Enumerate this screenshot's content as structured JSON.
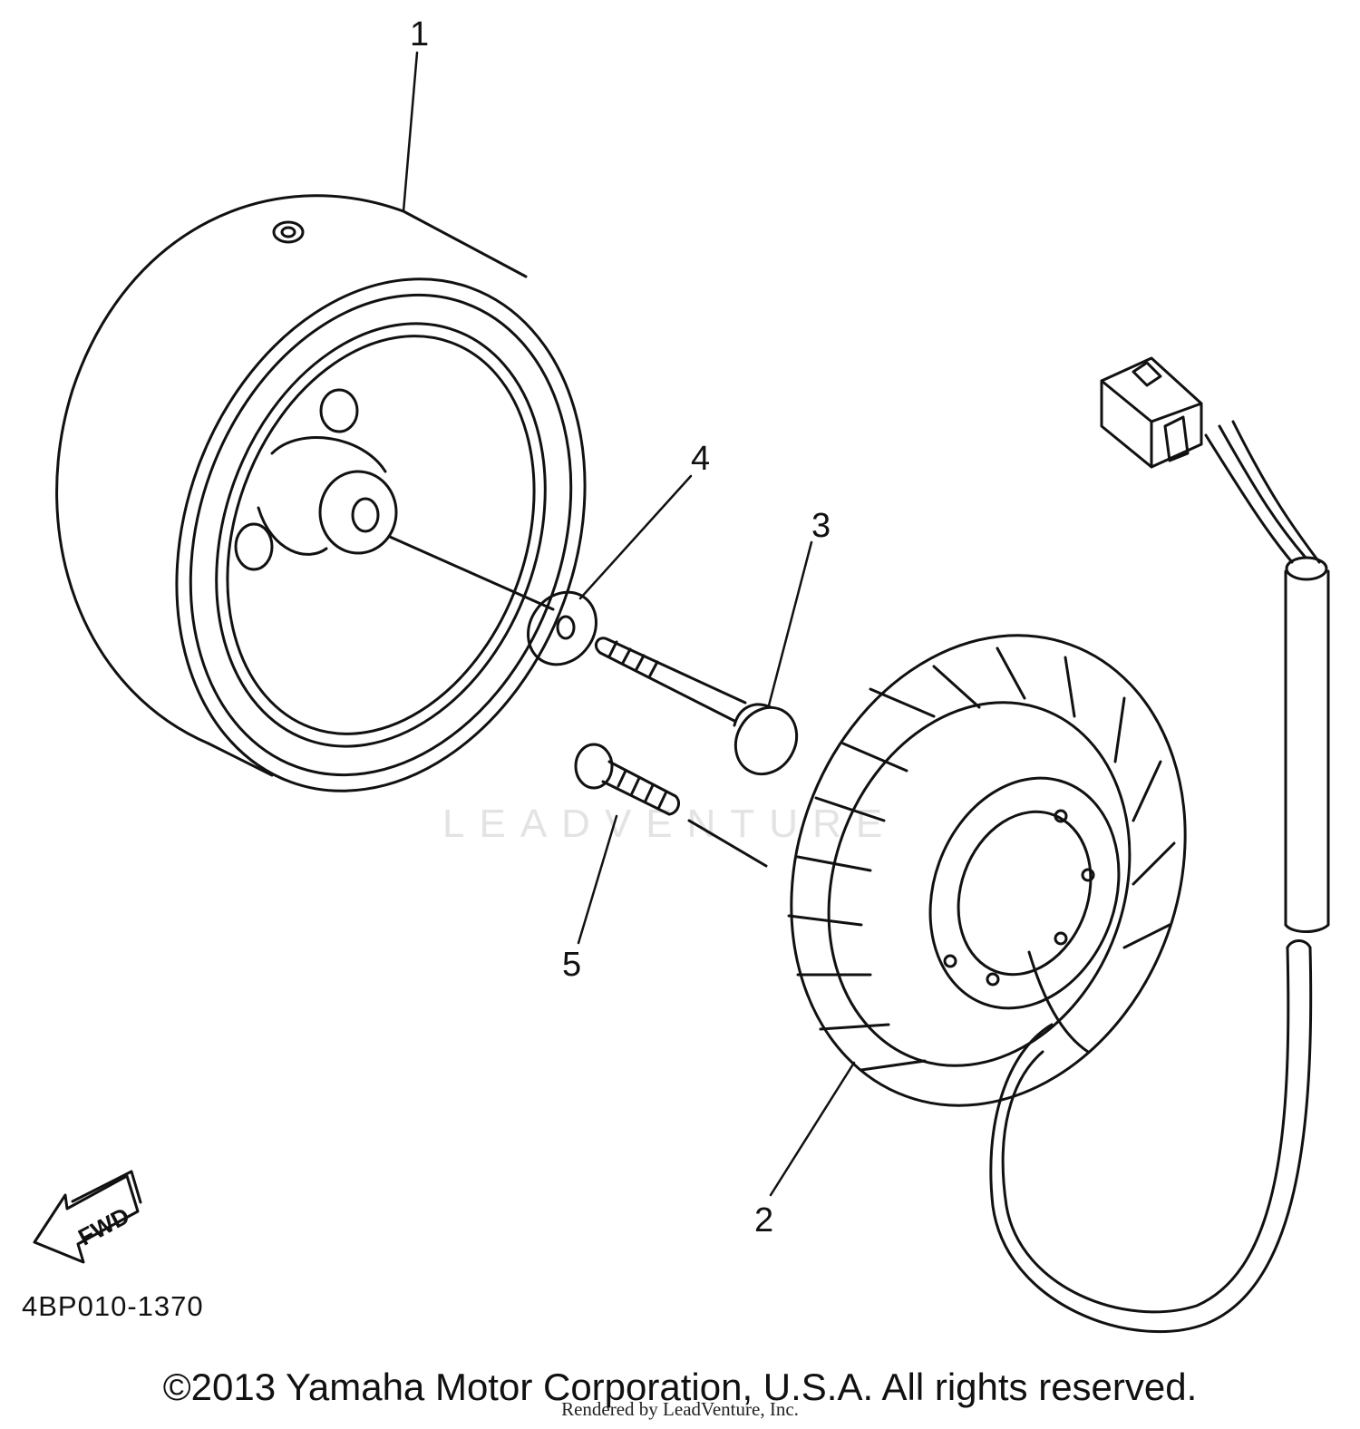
{
  "callouts": {
    "c1": "1",
    "c2": "2",
    "c3": "3",
    "c4": "4",
    "c5": "5"
  },
  "fwd_label": "FWD",
  "part_code": "4BP010-1370",
  "copyright": "©2013 Yamaha Motor Corporation, U.S.A. All rights reserved.",
  "rendered_by": "Rendered by LeadVenture, Inc.",
  "watermark_text": "LEADVENTURE",
  "colors": {
    "line": "#111111",
    "watermark": "#e3e3e3"
  }
}
